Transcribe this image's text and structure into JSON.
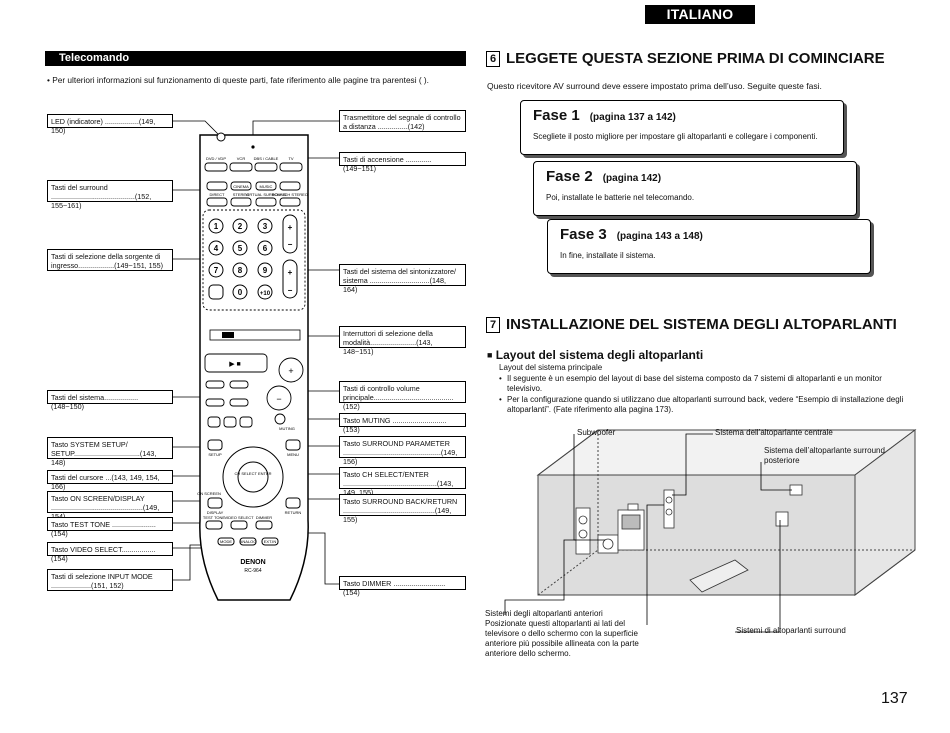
{
  "header": {
    "language_tab": "ITALIANO"
  },
  "left": {
    "section_title": "Telecomando",
    "note": "• Per ulteriori informazioni sul funzionamento di queste parti, fate riferimento alle pagine tra parentesi (   ).",
    "callouts_left": [
      "LED (indicatore) .................(149, 150)",
      "Tasti del surround ..........................................(152, 155~161)",
      "Tasti di selezione della sorgente di ingresso..................(149~151, 155)",
      "Tasti del sistema.................(148~150)",
      "Tasto SYSTEM SETUP/ SETUP.................................(143, 148)",
      "Tasti del cursore ...(143, 149, 154, 166)",
      "Tasto ON SCREEN/DISPLAY ..............................................(149, 154)",
      "Tasto TEST TONE ......................(154)",
      "Tasto VIDEO SELECT.................(154)",
      "Tasti di selezione INPUT MODE ....................(151, 152)"
    ],
    "callouts_right": [
      "Trasmettitore del segnale di controllo a distanza ...............(142)",
      "Tasti di accensione .............(149~151)",
      "Tasti del sistema del sintonizzatore/ sistema ..............................(148, 164)",
      "Interruttori di selezione della modalità.......................(143, 148~151)",
      "Tasti di controllo volume principale........................................(152)",
      "Tasto MUTING ...........................(153)",
      "Tasto SURROUND PARAMETER .................................................(149, 156)",
      "Tasto CH SELECT/ENTER ...............................................(143, 149, 155)",
      "Tasto SURROUND BACK/RETURN ..............................................(149, 155)",
      "Tasto DIMMER ..........................(154)"
    ],
    "remote": {
      "brand": "DENON",
      "model": "RC-964",
      "keys_top": [
        "DVD / VDP",
        "VCR",
        "DBS / CABLE",
        "TV"
      ],
      "keys_row2": [
        "CINEMA",
        "MUSIC"
      ],
      "keys_row3": [
        "DIRECT",
        "STEREO",
        "VIRTUAL SURROUND",
        "5CH/ 7CH STEREO"
      ],
      "digits": [
        "1",
        "2",
        "3",
        "4",
        "5",
        "6",
        "7",
        "8",
        "9",
        "0",
        "+10"
      ],
      "cursor_center": "CH SELECT ENTER",
      "labels": {
        "setup": "SETUP",
        "menu": "MENU",
        "return": "RETURN",
        "display": "DISPLAY",
        "on_screen": "ON SCREEN",
        "muting": "MUTING",
        "test_tone": "TEST TONE",
        "video_select": "VIDEO SELECT",
        "dimmer": "DIMMER",
        "mode": "MODE",
        "analog": "ANALOG",
        "ext_in": "EXT.IN"
      }
    }
  },
  "right": {
    "s6_num": "6",
    "s6_title": "LEGGETE QUESTA SEZIONE PRIMA DI COMINCIARE",
    "s6_intro": "Questo ricevitore AV surround deve essere impostato prima dell’uso. Seguite queste fasi.",
    "fasi": [
      {
        "title": "Fase 1",
        "pages": "(pagina 137 a 142)",
        "desc": "Scegliete il posto migliore per impostare gli altoparlanti e collegare i componenti."
      },
      {
        "title": "Fase 2",
        "pages": "(pagina 142)",
        "desc": "Poi, installate le batterie nel telecomando."
      },
      {
        "title": "Fase 3",
        "pages": "(pagina 143 a 148)",
        "desc": "In fine, installate il sistema."
      }
    ],
    "s7_num": "7",
    "s7_title": "INSTALLAZIONE DEL SISTEMA DEGLI ALTOPARLANTI",
    "sub_title": "Layout del sistema degli altoparlanti",
    "sub_lead": "Layout del sistema principale",
    "bullets": [
      "Il seguente è un esempio del layout di base del sistema composto da 7 sistemi di altoparlanti e un monitor televisivo.",
      "Per la configurazione quando si utilizzano due altoparlanti surround back, vedere “Esempio di installazione degli altoparlanti”. (Fate riferimento alla pagina 173)."
    ],
    "diagram_labels": {
      "subwoofer": "Subwoofer",
      "center": "Sistema dell’altoparlante centrale",
      "surround_back": "Sistema dell’altoparlante surround posteriore",
      "front": "Sistemi degli altoparlanti anteriori Posizionate questi altoparlanti ai lati del televisore o dello schermo con la superficie anteriore più possibile allineata con la parte anteriore dello schermo.",
      "surround": "Sistemi di altoparlanti surround"
    }
  },
  "footer": {
    "page_number": "137"
  }
}
